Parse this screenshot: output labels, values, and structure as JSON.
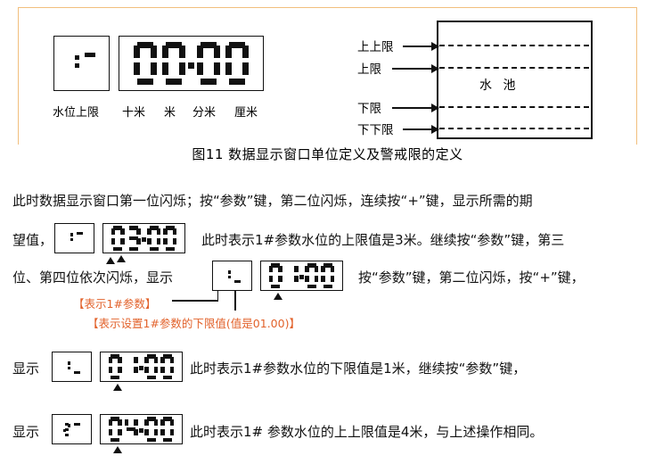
{
  "figure": {
    "caption": "图11 数据显示窗口单位定义及警戒限的定义",
    "border_color": "#f2bf7d",
    "display": {
      "param_box_value": "1",
      "param_box_marker": "top-bar",
      "digits": "00.00",
      "label_param": "水位上限",
      "unit_labels": [
        "十米",
        "米",
        "分米",
        "厘米"
      ]
    },
    "pool": {
      "title": "水 池",
      "limits": [
        {
          "name": "上上限"
        },
        {
          "name": "上限"
        },
        {
          "name": "下限"
        },
        {
          "name": "下下限"
        }
      ]
    }
  },
  "body": {
    "line1": "此时数据显示窗口第一位闪烁；按“参数”键，第二位闪烁，连续按“+”键，显示所需的期",
    "line2_pre": "望值，",
    "line2_post": "此时表示1#参数水位的上限值是3米。继续按“参数”键，第三",
    "line2_lcd": {
      "param": "1",
      "marker": "top-bar",
      "digits": "03.00"
    },
    "line3_pre": "位、第四位依次闪烁，显示",
    "line3_post": "按“参数”键，第二位闪烁，按“+”键，",
    "line3_lcd": {
      "param": "1",
      "marker": "bottom-bar",
      "digits": "01.00"
    },
    "annotation1": "【表示1#参数】",
    "annotation2": "【表示设置1#参数的下限值(值是01.00)】",
    "annotation_color": "#e2622b",
    "line4_pre": "显示",
    "line4_post": "此时表示1#参数水位的下限值是1米，继续按“参数”键，",
    "line4_lcd": {
      "param": "1",
      "marker": "bottom-bar",
      "digits": "01.00"
    },
    "line5_pre": "显示",
    "line5_post": "此时表示1# 参数水位的上上限值是4米，与上述操作相同。",
    "line5_lcd": {
      "param": "2",
      "marker": "top-bar",
      "digits": "04.00"
    }
  }
}
